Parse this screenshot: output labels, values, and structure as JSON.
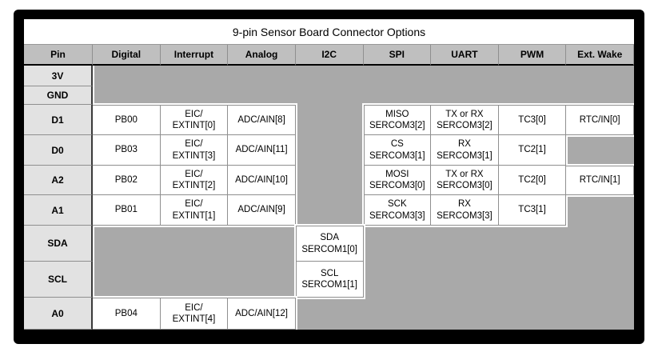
{
  "table": {
    "title": "9-pin Sensor Board Connector Options",
    "headers": [
      "Pin",
      "Digital",
      "Interrupt",
      "Analog",
      "I2C",
      "SPI",
      "UART",
      "PWM",
      "Ext. Wake"
    ],
    "rows": [
      {
        "pin": "3V"
      },
      {
        "pin": "GND"
      },
      {
        "pin": "D1",
        "digital": "PB00",
        "interrupt": "EIC/\nEXTINT[0]",
        "analog": "ADC/AIN[8]",
        "spi": "MISO\nSERCOM3[2]",
        "uart": "TX or RX\nSERCOM3[2]",
        "pwm": "TC3[0]",
        "ext_wake": "RTC/IN[0]"
      },
      {
        "pin": "D0",
        "digital": "PB03",
        "interrupt": "EIC/\nEXTINT[3]",
        "analog": "ADC/AIN[11]",
        "spi": "CS\nSERCOM3[1]",
        "uart": "RX\nSERCOM3[1]",
        "pwm": "TC2[1]"
      },
      {
        "pin": "A2",
        "digital": "PB02",
        "interrupt": "EIC/\nEXTINT[2]",
        "analog": "ADC/AIN[10]",
        "spi": "MOSI\nSERCOM3[0]",
        "uart": "TX or RX\nSERCOM3[0]",
        "pwm": "TC2[0]",
        "ext_wake": "RTC/IN[1]"
      },
      {
        "pin": "A1",
        "digital": "PB01",
        "interrupt": "EIC/\nEXTINT[1]",
        "analog": "ADC/AIN[9]",
        "spi": "SCK\nSERCOM3[3]",
        "uart": "RX\nSERCOM3[3]",
        "pwm": "TC3[1]"
      },
      {
        "pin": "SDA",
        "i2c": "SDA\nSERCOM1[0]"
      },
      {
        "pin": "SCL",
        "i2c": "SCL\nSERCOM1[1]"
      },
      {
        "pin": "A0",
        "digital": "PB04",
        "interrupt": "EIC/\nEXTINT[4]",
        "analog": "ADC/AIN[12]"
      }
    ],
    "colors": {
      "frame": "#000000",
      "title_bg": "#ffffff",
      "header_bg": "#bfbfbf",
      "pin_column_bg": "#e2e2e2",
      "filled_cell_bg": "#ffffff",
      "empty_cell_bg": "#a9a9a9",
      "grid_line": "#8f8f8f",
      "header_underline": "#000000",
      "pin_column_divider": "#3a3a3a",
      "text": "#000000"
    }
  }
}
